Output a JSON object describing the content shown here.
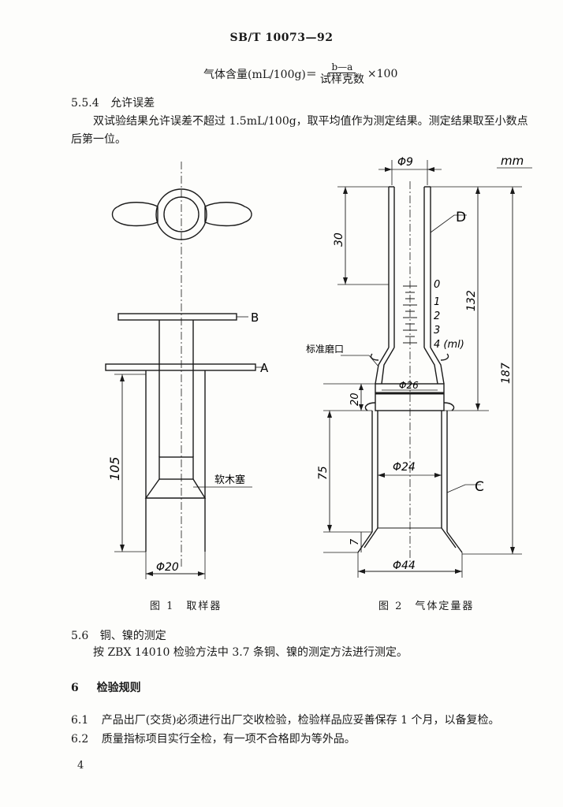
{
  "header": {
    "standard_no": "SB/T 10073—92"
  },
  "formula": {
    "lhs": "气体含量(mL/100g)＝",
    "numerator": "b—a",
    "denominator": "试样克数",
    "rhs": "×100"
  },
  "sections": {
    "s554_num": "5.5.4",
    "s554_title": "允许误差",
    "s554_body_1": "双试验结果允许误差不超过 1.5mL/100g，取平均值作为测定结果。测定结果取至小数点",
    "s554_body_2": "后第一位。",
    "s56_num": "5.6",
    "s56_title": "铜、镍的测定",
    "s56_body": "按 ZBX 14010 检验方法中 3.7 条铜、镍的测定方法进行测定。",
    "s6_num": "6",
    "s6_title": "检验规则",
    "s61_num": "6.1",
    "s61_body": "产品出厂(交货)必须进行出厂交收检验，检验样品应妥善保存 1 个月，以备复检。",
    "s62_num": "6.2",
    "s62_body": "质量指标项目实行全检，有一项不合格即为等外品。"
  },
  "figure1": {
    "label_b": "B",
    "label_a": "A",
    "dim_105": "105",
    "cork_label": "软木塞",
    "dim_phi20": "Φ20",
    "caption": "图 1　取样器"
  },
  "figure2": {
    "dim_phi9": "Φ9",
    "unit": "mm",
    "label_d": "D",
    "label_c": "C",
    "dim_30": "30",
    "dim_132": "132",
    "dim_187": "187",
    "scale": [
      "0",
      "1",
      "2",
      "3",
      "4 (ml)"
    ],
    "ground_joint": "标准磨口",
    "dim_phi26": "Φ26",
    "dim_20": "20",
    "dim_phi24": "Φ24",
    "dim_75": "75",
    "dim_7": "7",
    "dim_phi44": "Φ44",
    "caption": "图 2　气体定量器"
  },
  "page_number": "4"
}
